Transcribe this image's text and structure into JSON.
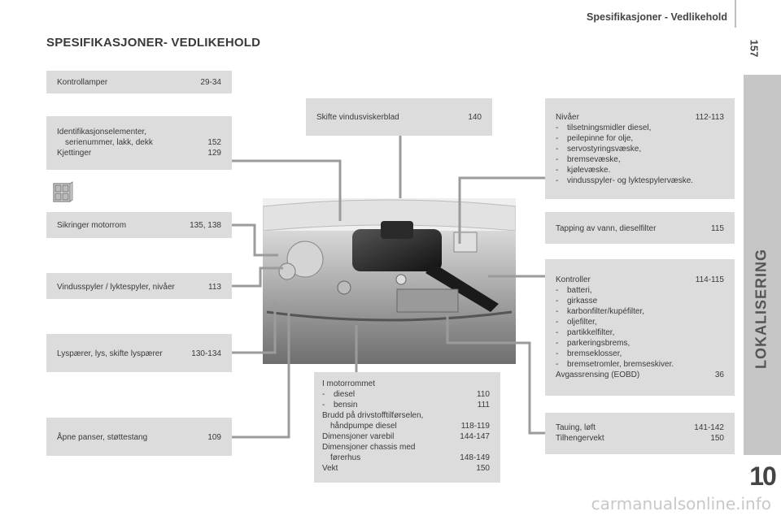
{
  "header": {
    "title": "Spesifikasjoner - Vedlikehold",
    "page_number": "157"
  },
  "main_title": "SPESIFIKASJONER- VEDLIKEHOLD",
  "side_tab": {
    "label": "LOKALISERING",
    "chapter": "10"
  },
  "watermark": "carmanualsonline.info",
  "left": {
    "kontrollamper": {
      "label": "Kontrollamper",
      "pages": "29-34"
    },
    "ident": {
      "line1": "Identifikasjonselementer,",
      "line2": "serienummer, lakk, dekk",
      "line2_pages": "152",
      "line3": "Kjettinger",
      "line3_pages": "129"
    },
    "sikringer": {
      "label": "Sikringer motorrom",
      "pages": "135, 138"
    },
    "vindusspyler": {
      "label": "Vindusspyler / lyktespyler, nivåer",
      "pages": "113"
    },
    "lyspaerer": {
      "label": "Lyspærer, lys, skifte lyspærer",
      "pages": "130-134"
    },
    "panser": {
      "label": "Åpne panser, støttestang",
      "pages": "109"
    }
  },
  "center": {
    "skifte": {
      "label": "Skifte vindusviskerblad",
      "pages": "140"
    },
    "motorrom": {
      "title": "I motorrommet",
      "items": [
        {
          "dash": "-",
          "label": "diesel",
          "pages": "110"
        },
        {
          "dash": "-",
          "label": "bensin",
          "pages": "111"
        }
      ],
      "brudd1": "Brudd på drivstofftilførselen,",
      "brudd2": "håndpumpe diesel",
      "brudd2_pages": "118-119",
      "dim1": "Dimensjoner varebil",
      "dim1_pages": "144-147",
      "dim2a": "Dimensjoner chassis med",
      "dim2b": "førerhus",
      "dim2b_pages": "148-149",
      "vekt": "Vekt",
      "vekt_pages": "150"
    }
  },
  "right": {
    "nivaer": {
      "label": "Nivåer",
      "pages": "112-113",
      "items": [
        {
          "dash": "-",
          "label": "tilsetningsmidler diesel,"
        },
        {
          "dash": "-",
          "label": "peilepinne for olje,"
        },
        {
          "dash": "-",
          "label": "servostyringsvæske,"
        },
        {
          "dash": "-",
          "label": "bremsevæske,"
        },
        {
          "dash": "-",
          "label": "kjølevæske."
        },
        {
          "dash": "-",
          "label": "vindusspyler- og lyktespylervæske."
        }
      ]
    },
    "tapping": {
      "label": "Tapping av vann, dieselfilter",
      "pages": "115"
    },
    "kontroller": {
      "label": "Kontroller",
      "pages": "114-115",
      "items": [
        {
          "dash": "-",
          "label": "batteri,"
        },
        {
          "dash": "-",
          "label": "girkasse"
        },
        {
          "dash": "-",
          "label": "karbonfilter/kupéfilter,"
        },
        {
          "dash": "-",
          "label": "oljefilter,"
        },
        {
          "dash": "-",
          "label": "partikkelfilter,"
        },
        {
          "dash": "-",
          "label": "parkeringsbrems,"
        },
        {
          "dash": "-",
          "label": "bremseklosser,"
        },
        {
          "dash": "-",
          "label": "bremsetromler, bremseskiver."
        }
      ],
      "avgass": "Avgassrensing (EOBD)",
      "avgass_pages": "36"
    },
    "tauing": {
      "line1": "Tauing, løft",
      "line1_pages": "141-142",
      "line2": "Tilhengervekt",
      "line2_pages": "150"
    }
  }
}
